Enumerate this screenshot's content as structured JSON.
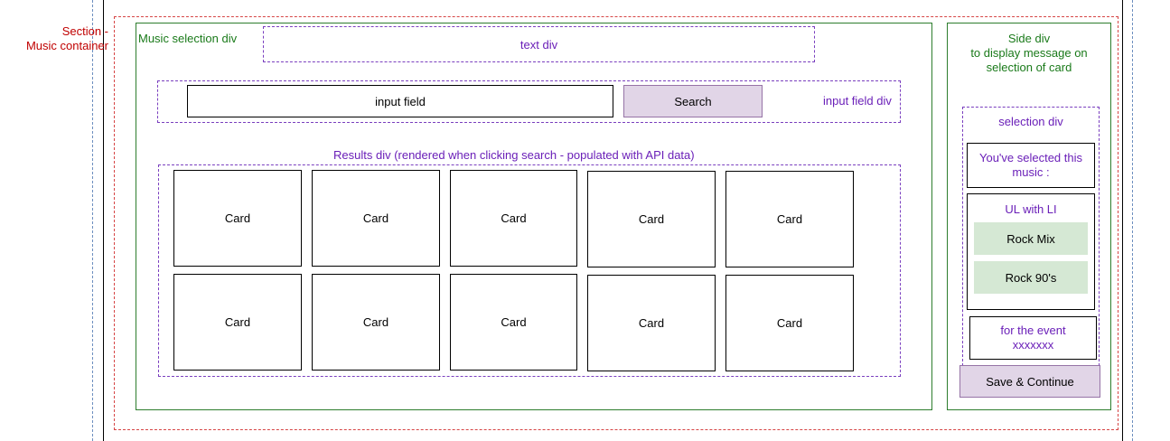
{
  "section_label": "Section -\nMusic container",
  "music_selection": {
    "title": "Music selection div",
    "text_div": "text div",
    "input_field": "input field",
    "search_button": "Search",
    "input_field_div": "input field div",
    "results_label": "Results div (rendered when clicking search - populated with API data)",
    "cards": [
      "Card",
      "Card",
      "Card",
      "Card",
      "Card",
      "Card",
      "Card",
      "Card",
      "Card",
      "Card"
    ]
  },
  "side": {
    "title": "Side div\nto display message on\nselection of card",
    "selection_div": "selection div",
    "selected_message": "You've selected this\nmusic :",
    "list_title": "UL with LI",
    "list_items": [
      "Rock Mix",
      "Rock 90's"
    ],
    "event_text": "for the event\nxxxxxxx",
    "save_button": "Save & Continue"
  },
  "colors": {
    "section_red": "#d64545",
    "container_green": "#2d7d2d",
    "purple_dashed": "#7a3fbf",
    "button_fill": "#e1d5e7",
    "li_fill": "#d5e8d4",
    "guide_blue": "#6c8ebf"
  }
}
